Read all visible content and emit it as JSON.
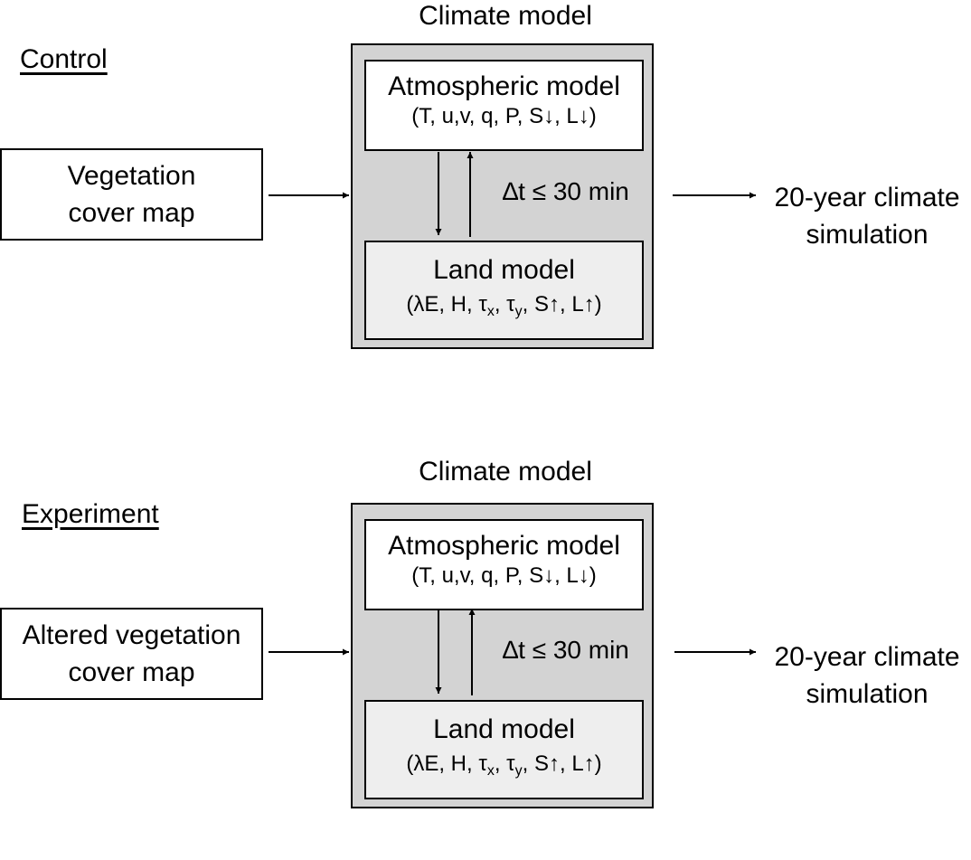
{
  "panels": [
    {
      "section_label": "Control",
      "climate_model_label": "Climate model",
      "input_label_lines": [
        "Vegetation",
        "cover map"
      ],
      "atmospheric": {
        "title": "Atmospheric model",
        "vars": "(T, u,v, q, P, S↓, L↓)"
      },
      "land": {
        "title": "Land model",
        "vars_parts": [
          "(λE, H, τ",
          "x",
          ", τ",
          "y",
          ", S↑, L↑)"
        ]
      },
      "timestep_label": "∆t ≤ 30 min",
      "output_lines": [
        "20-year climate",
        "simulation"
      ]
    },
    {
      "section_label": "Experiment",
      "climate_model_label": "Climate model",
      "input_label_lines": [
        "Altered vegetation",
        "cover map"
      ],
      "atmospheric": {
        "title": "Atmospheric model",
        "vars": "(T, u,v, q, P, S↓, L↓)"
      },
      "land": {
        "title": "Land model",
        "vars_parts": [
          "(λE, H, τ",
          "x",
          ", τ",
          "y",
          ", S↑, L↑)"
        ]
      },
      "timestep_label": "∆t ≤ 30 min",
      "output_lines": [
        "20-year climate",
        "simulation"
      ]
    }
  ],
  "colors": {
    "climate_box_fill": "#d3d3d3",
    "land_box_fill": "#eeeeee",
    "atmospheric_box_fill": "#ffffff",
    "stroke": "#000000"
  }
}
